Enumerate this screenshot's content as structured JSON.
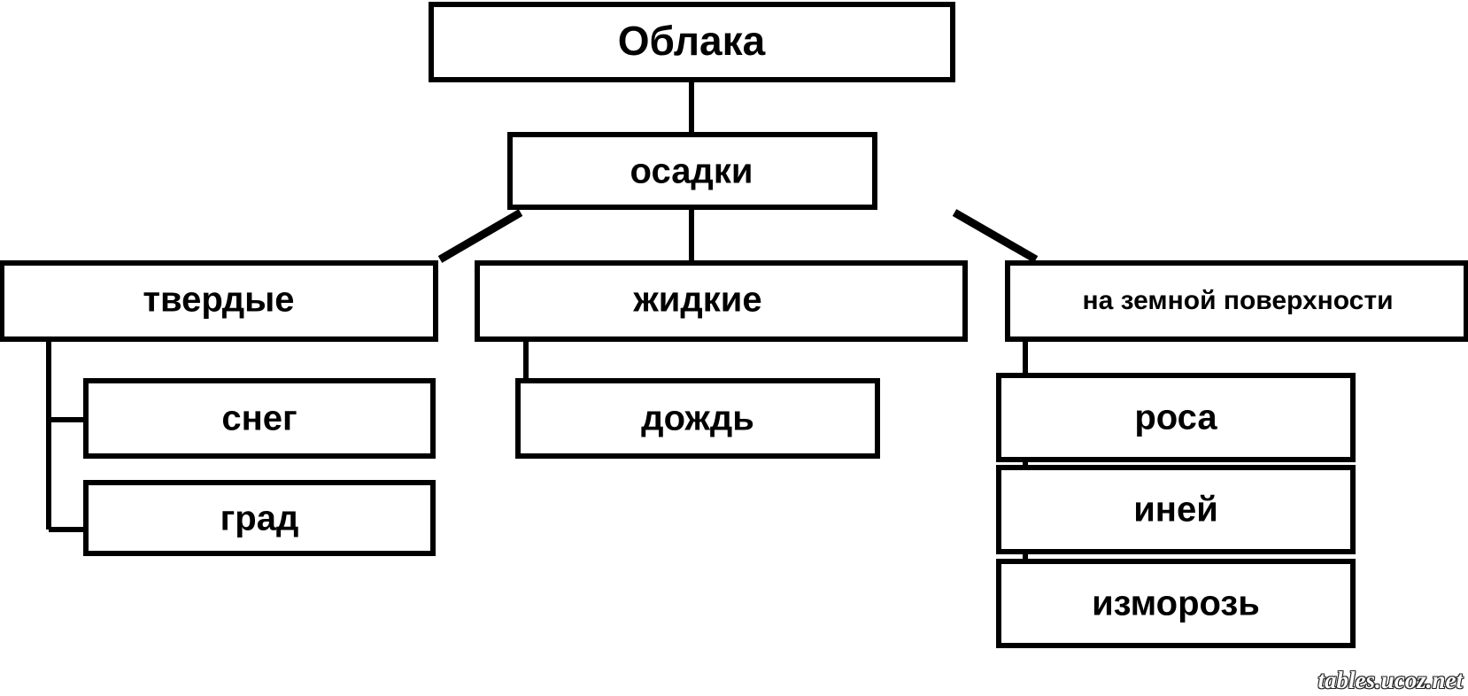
{
  "diagram": {
    "title_node": {
      "label": "Облака"
    },
    "level2_node": {
      "label": "осадки"
    },
    "categories": [
      {
        "label": "твердые",
        "children": [
          {
            "label": "снег"
          },
          {
            "label": "град"
          }
        ]
      },
      {
        "label": "жидкие",
        "children": [
          {
            "label": "дождь"
          }
        ]
      },
      {
        "label": "на земной поверхности",
        "children": [
          {
            "label": "роса"
          },
          {
            "label": "иней"
          },
          {
            "label": "изморозь"
          }
        ]
      }
    ]
  },
  "watermark": {
    "text": "tables.ucoz.net"
  },
  "colors": {
    "background": "#ffffff",
    "box_fill": "#ffffff",
    "stroke": "#000000",
    "text": "#000000"
  }
}
